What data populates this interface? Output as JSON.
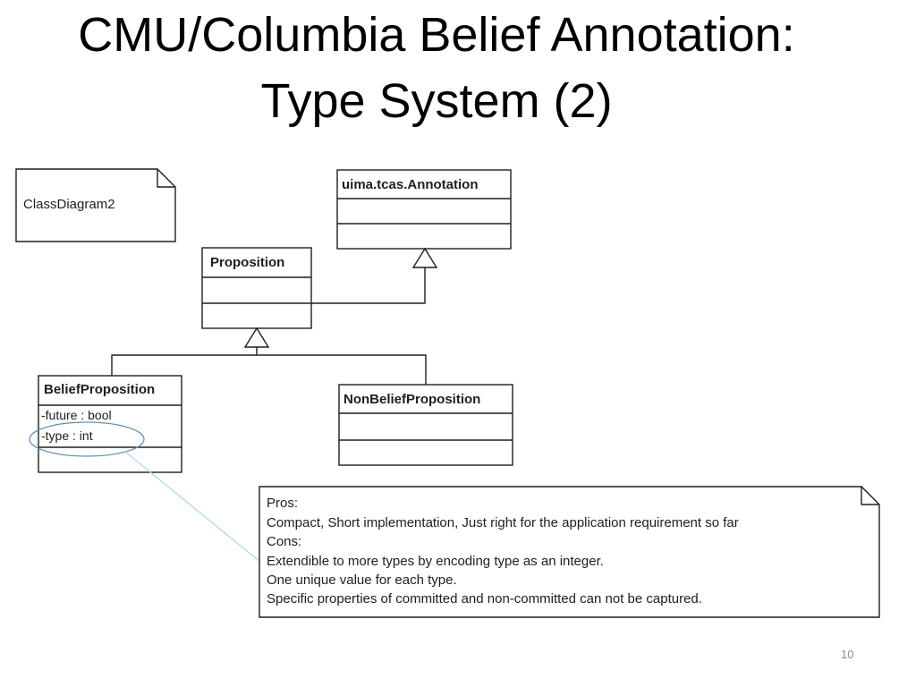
{
  "slide": {
    "title_line1": "CMU/Columbia Belief Annotation:",
    "title_line2": "Type System (2)",
    "page_number": "10"
  },
  "diagram": {
    "frame_note": "ClassDiagram2",
    "classes": {
      "annotation": {
        "name": "uima.tcas.Annotation"
      },
      "proposition": {
        "name": "Proposition"
      },
      "belief_proposition": {
        "name": "BeliefProposition",
        "attributes": [
          "-future : bool",
          "-type : int"
        ]
      },
      "non_belief_proposition": {
        "name": "NonBeliefProposition"
      }
    },
    "comment_note": {
      "lines": [
        "Pros:",
        "Compact, Short implementation, Just right for the application requirement so far",
        "Cons:",
        "Extendible to more types by encoding type as an integer.",
        "One unique value for each type.",
        "Specific properties of committed and non-committed can not be captured."
      ]
    }
  },
  "colors": {
    "highlight_ellipse": "#5e8fae",
    "callout_connector": "#a6dbe4"
  }
}
